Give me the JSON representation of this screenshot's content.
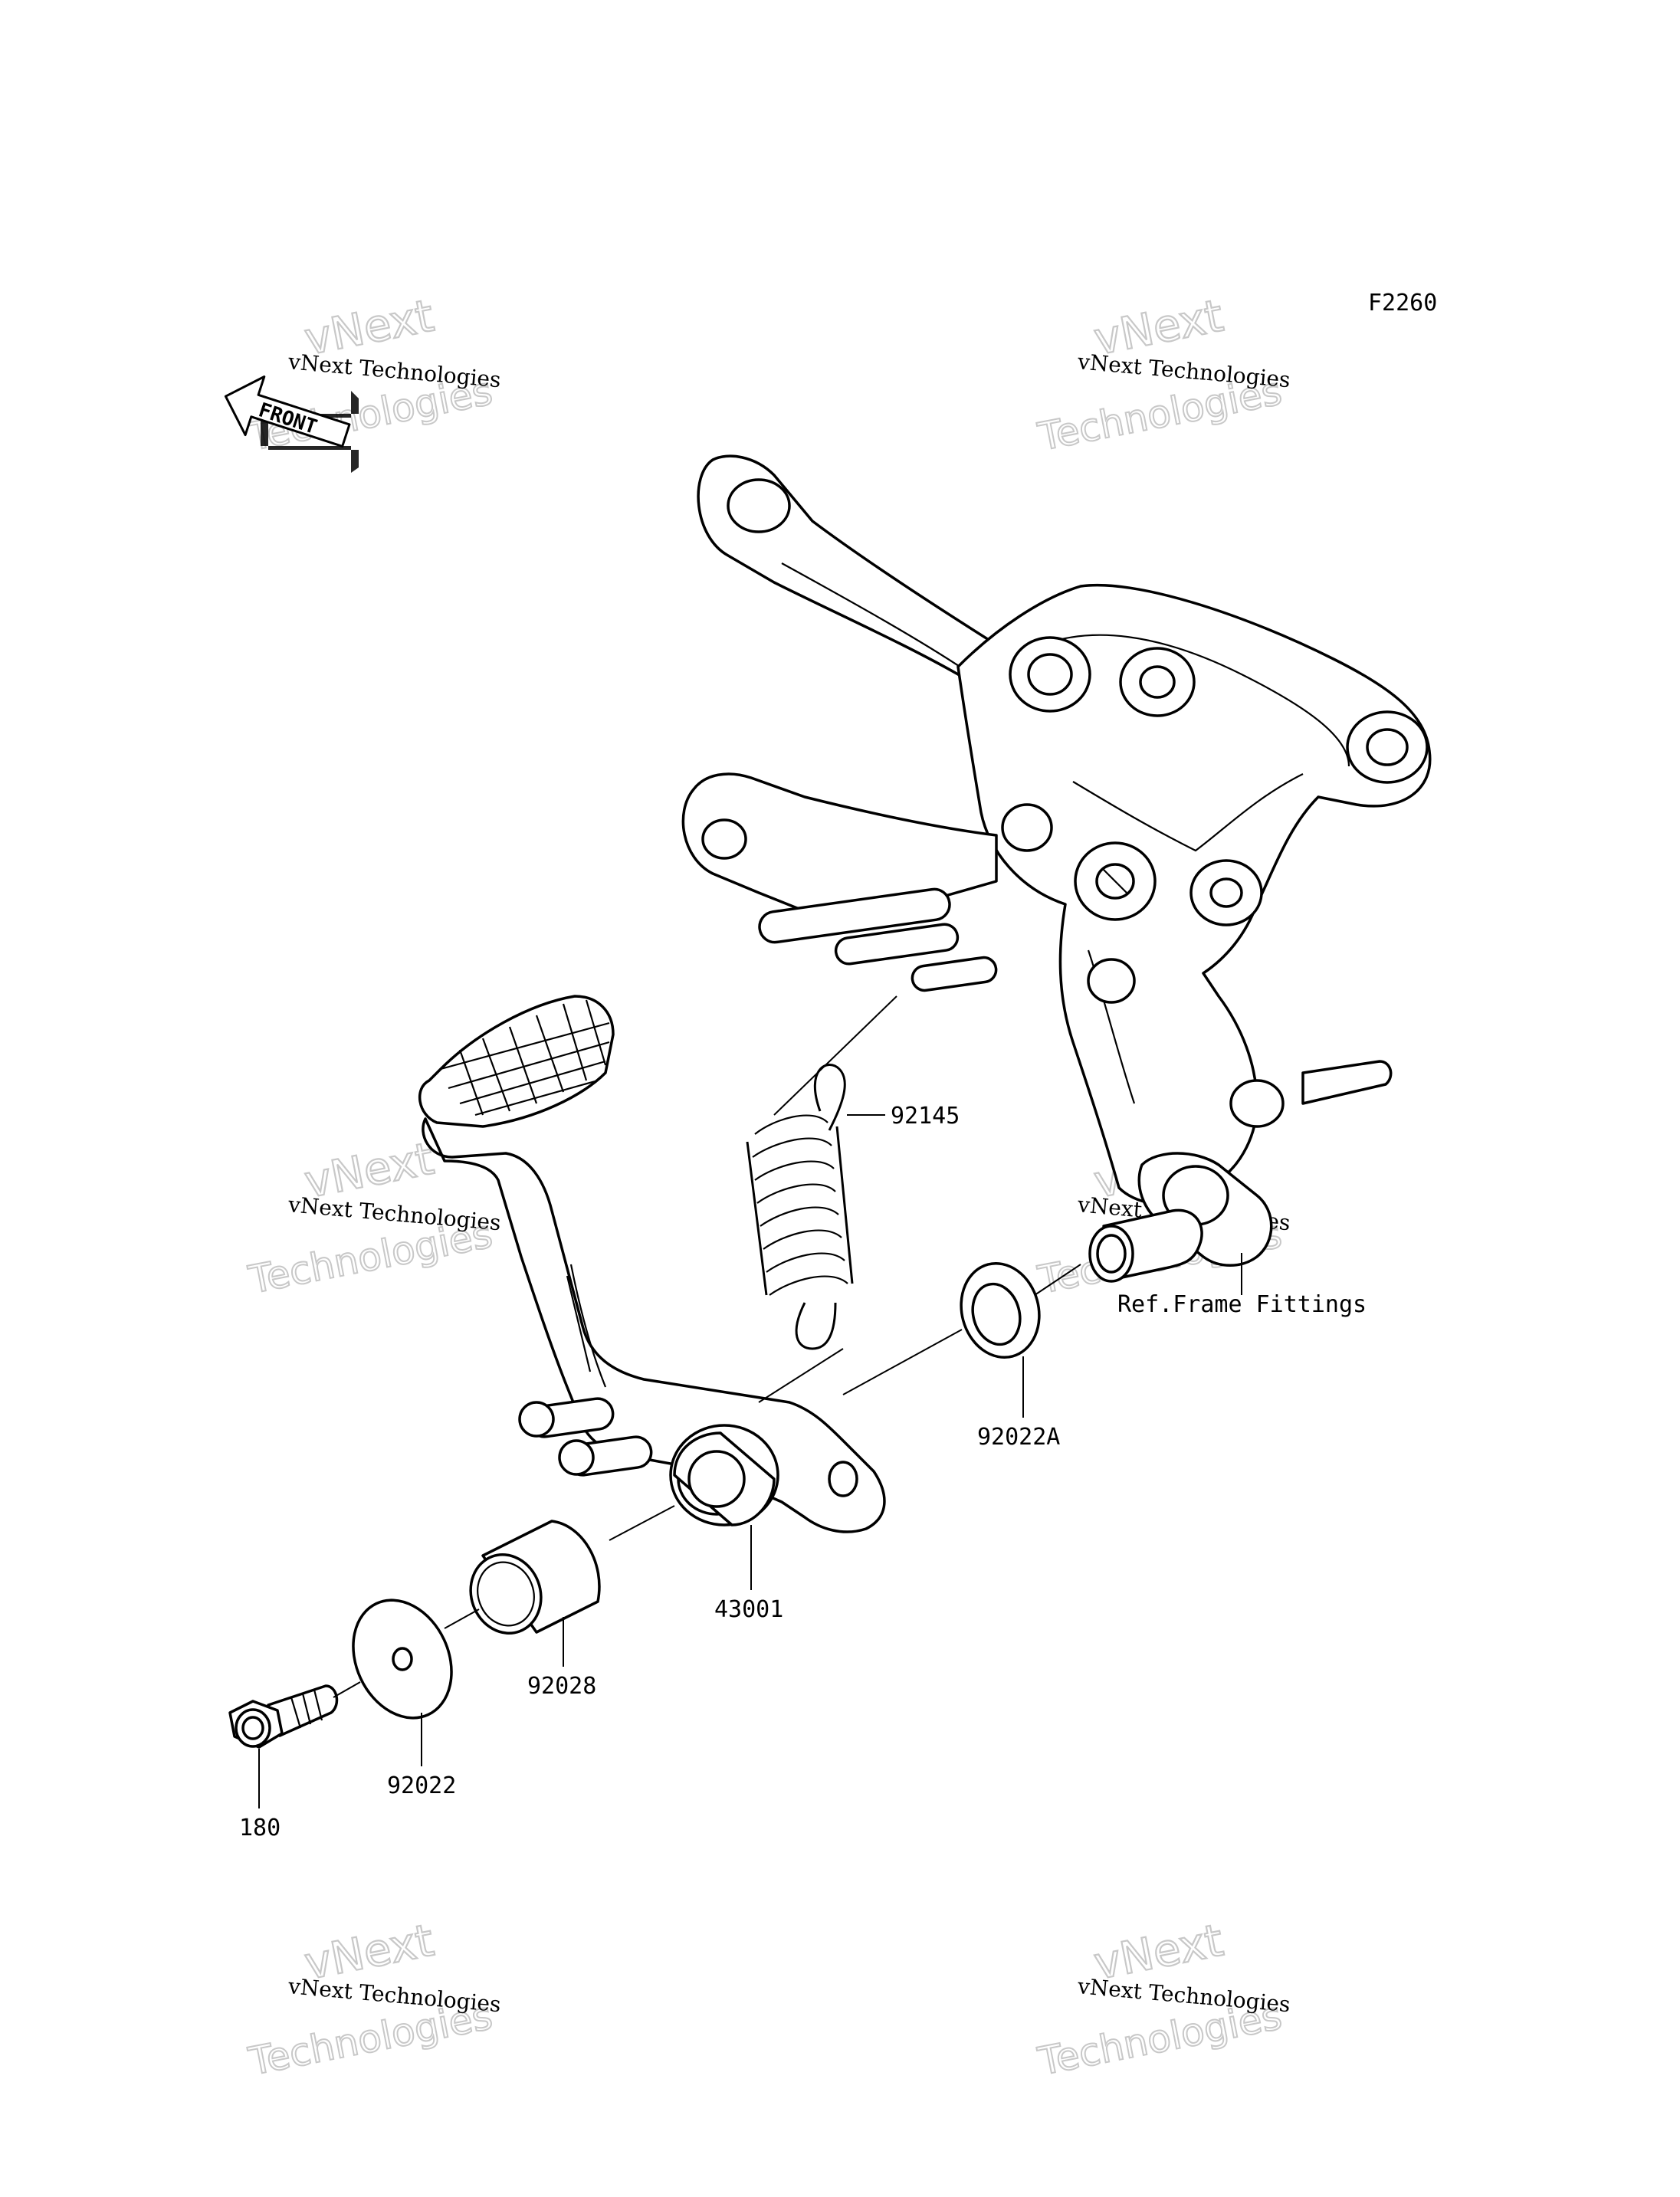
{
  "diagram": {
    "code": "F2260",
    "front_arrow_text": "FRONT",
    "ref_label": "Ref.Frame Fittings",
    "callouts": [
      {
        "id": "92145",
        "text": "92145"
      },
      {
        "id": "92022A",
        "text": "92022A"
      },
      {
        "id": "43001",
        "text": "43001"
      },
      {
        "id": "92028",
        "text": "92028"
      },
      {
        "id": "92022",
        "text": "92022"
      },
      {
        "id": "180",
        "text": "180"
      }
    ]
  },
  "watermark": {
    "brand_line": "vNext Technologies",
    "word_top": "vNext",
    "word_bottom": "Technologies"
  }
}
